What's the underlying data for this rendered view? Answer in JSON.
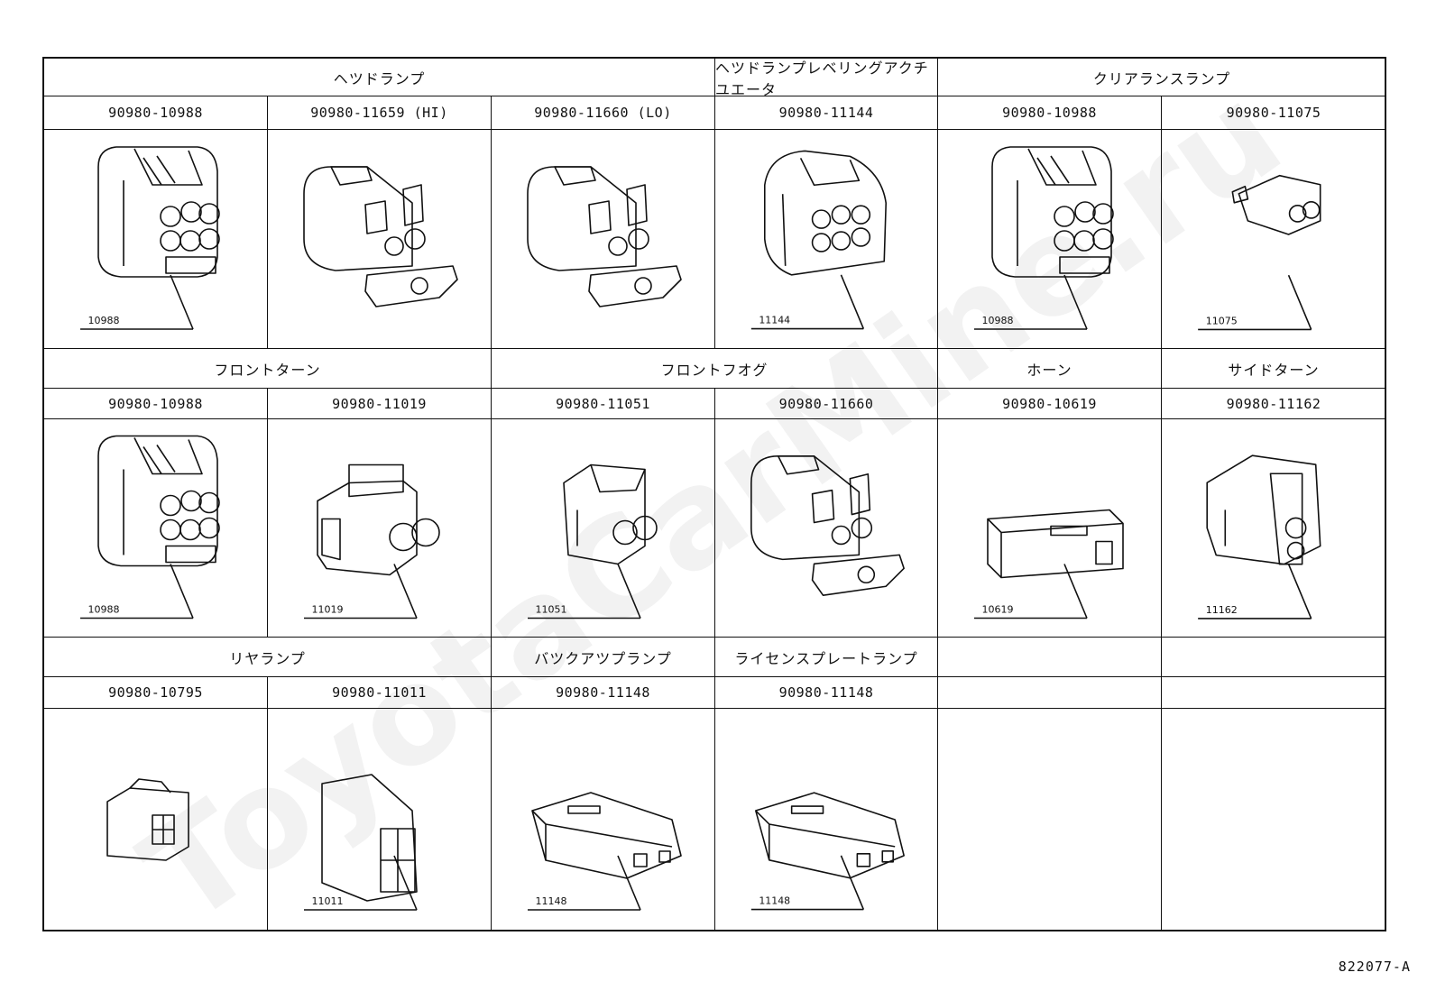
{
  "watermark": "ToyotaCarMine.ru",
  "doc_id": "822077-A",
  "rows": [
    {
      "groups": [
        {
          "title": "ヘツドランプ",
          "span": 3
        },
        {
          "title": "ヘツドランプレベリングアクチユエータ",
          "span": 1
        },
        {
          "title": "クリアランスランプ",
          "span": 2
        }
      ],
      "parts": [
        {
          "number": "90980-10988",
          "callout": "10988",
          "icon": "connector-6pin-round"
        },
        {
          "number": "90980-11659 (HI)",
          "callout": "",
          "icon": "connector-headlamp-hi"
        },
        {
          "number": "90980-11660 (LO)",
          "callout": "",
          "icon": "connector-headlamp-lo"
        },
        {
          "number": "90980-11144",
          "callout": "11144",
          "icon": "connector-6pin-leveling"
        },
        {
          "number": "90980-10988",
          "callout": "10988",
          "icon": "connector-6pin-round"
        },
        {
          "number": "90980-11075",
          "callout": "11075",
          "icon": "connector-2pin-small"
        }
      ]
    },
    {
      "groups": [
        {
          "title": "フロントターン",
          "span": 2
        },
        {
          "title": "フロントフオグ",
          "span": 2
        },
        {
          "title": "ホーン",
          "span": 1
        },
        {
          "title": "サイドターン",
          "span": 1
        }
      ],
      "parts": [
        {
          "number": "90980-10988",
          "callout": "10988",
          "icon": "connector-6pin-round"
        },
        {
          "number": "90980-11019",
          "callout": "11019",
          "icon": "connector-2pin-box"
        },
        {
          "number": "90980-11051",
          "callout": "11051",
          "icon": "connector-2pin-round"
        },
        {
          "number": "90980-11660",
          "callout": "",
          "icon": "connector-headlamp-lo"
        },
        {
          "number": "90980-10619",
          "callout": "10619",
          "icon": "connector-flat-horn"
        },
        {
          "number": "90980-11162",
          "callout": "11162",
          "icon": "connector-2pin-side"
        }
      ]
    },
    {
      "groups": [
        {
          "title": "リヤランプ",
          "span": 2
        },
        {
          "title": "バツクアツプランプ",
          "span": 1
        },
        {
          "title": "ライセンスプレートランプ",
          "span": 1
        },
        {
          "title": "",
          "span": 1
        },
        {
          "title": "",
          "span": 1
        }
      ],
      "parts": [
        {
          "number": "90980-10795",
          "callout": "",
          "icon": "connector-4pin-small"
        },
        {
          "number": "90980-11011",
          "callout": "11011",
          "icon": "connector-4pin-block"
        },
        {
          "number": "90980-11148",
          "callout": "11148",
          "icon": "connector-2pin-long"
        },
        {
          "number": "90980-11148",
          "callout": "11148",
          "icon": "connector-2pin-long"
        },
        {
          "number": "",
          "callout": "",
          "icon": ""
        },
        {
          "number": "",
          "callout": "",
          "icon": ""
        }
      ]
    }
  ]
}
